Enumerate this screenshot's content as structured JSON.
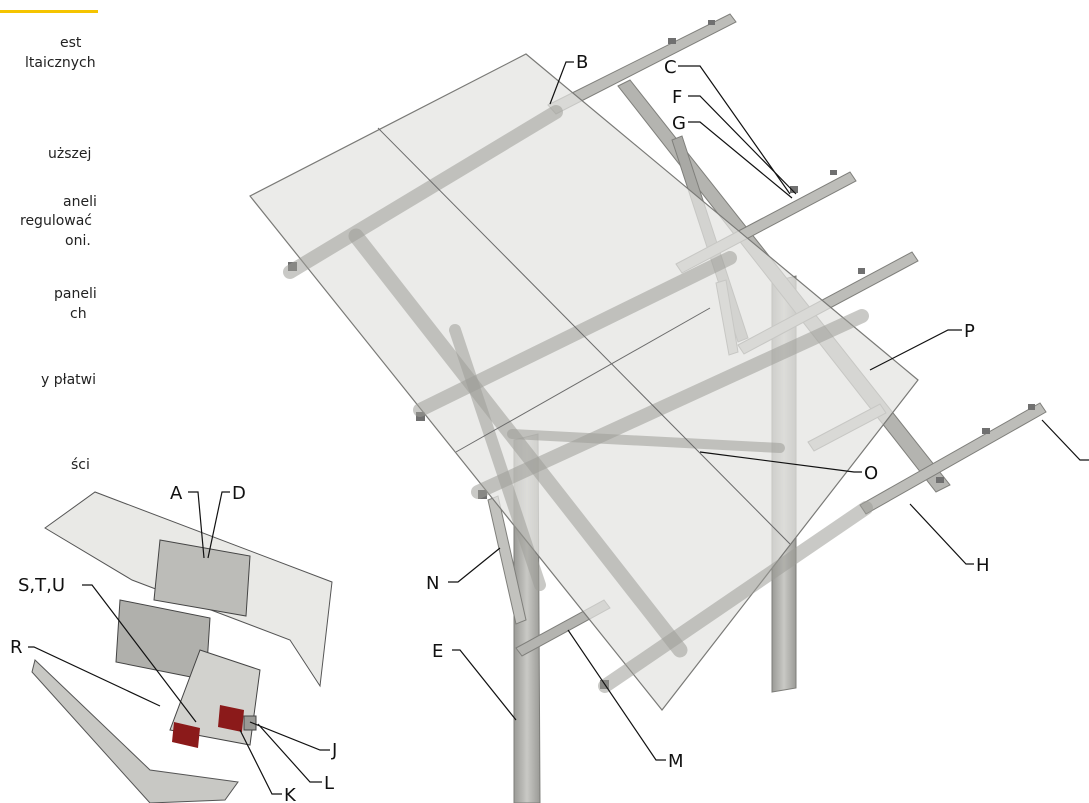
{
  "sidebar": {
    "accent_color": "#f5c400",
    "text_lines": [
      "est",
      "ltaicznych",
      "uższej",
      "aneli",
      "regulować",
      "oni.",
      "paneli",
      "ch",
      "y płatwi",
      "ści"
    ]
  },
  "labels": {
    "A": "A",
    "B": "B",
    "C": "C",
    "D": "D",
    "E": "E",
    "F": "F",
    "G": "G",
    "H": "H",
    "J": "J",
    "K": "K",
    "L": "L",
    "M": "M",
    "N": "N",
    "O": "O",
    "P": "P",
    "R": "R",
    "STU": "S,T,U"
  },
  "colors": {
    "panel": "#e6e6e3",
    "steel": "#b6b6b2",
    "steel_dark": "#8e8e8a",
    "clamp_red": "#8b1a1a"
  }
}
